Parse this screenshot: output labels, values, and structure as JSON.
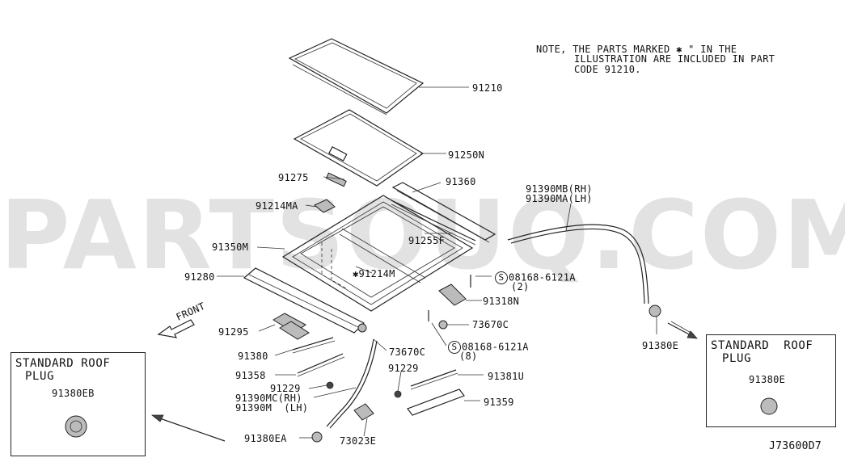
{
  "watermark": "PARTSOUQ.COM",
  "note": {
    "line1": "NOTE, THE PARTS MARKED ✱ \" IN THE",
    "line2": "ILLUSTRATION ARE INCLUDED IN PART",
    "line3": "CODE 91210."
  },
  "parts": {
    "p91210": "91210",
    "p91250N": "91250N",
    "p91275": "91275",
    "p91360": "91360",
    "p91214MA": "91214MA",
    "p91255F": "91255F",
    "p91350M": "91350M",
    "p91214M": "91214M",
    "p91280": "91280",
    "p08168a": "08168-6121A",
    "p08168a_qty": "(2)",
    "p91318N": "91318N",
    "p73670C_1": "73670C",
    "p73670C_2": "73670C",
    "p91295": "91295",
    "p08168b": "08168-6121A",
    "p08168b_qty": "(8)",
    "p91380": "91380",
    "p91358": "91358",
    "p91229_1": "91229",
    "p91229_2": "91229",
    "p91381U": "91381U",
    "p91390MC": "91390MC(RH)",
    "p91390M": "91390M  (LH)",
    "p91359": "91359",
    "p91380EA": "91380EA",
    "p73023E": "73023E",
    "p91390MB": "91390MB(RH)",
    "p91390MA": "91390MA(LH)",
    "p91380E_1": "91380E",
    "p91380E_2": "91380E",
    "p91380EB": "91380EB",
    "front": "FRONT",
    "s_mark": "S",
    "star_mark": "✱"
  },
  "boxes": {
    "left_title_1": "STANDARD ROOF",
    "left_title_2": "PLUG",
    "right_title_1": "STANDARD  ROOF",
    "right_title_2": "PLUG"
  },
  "diagram_code": "J73600D7"
}
